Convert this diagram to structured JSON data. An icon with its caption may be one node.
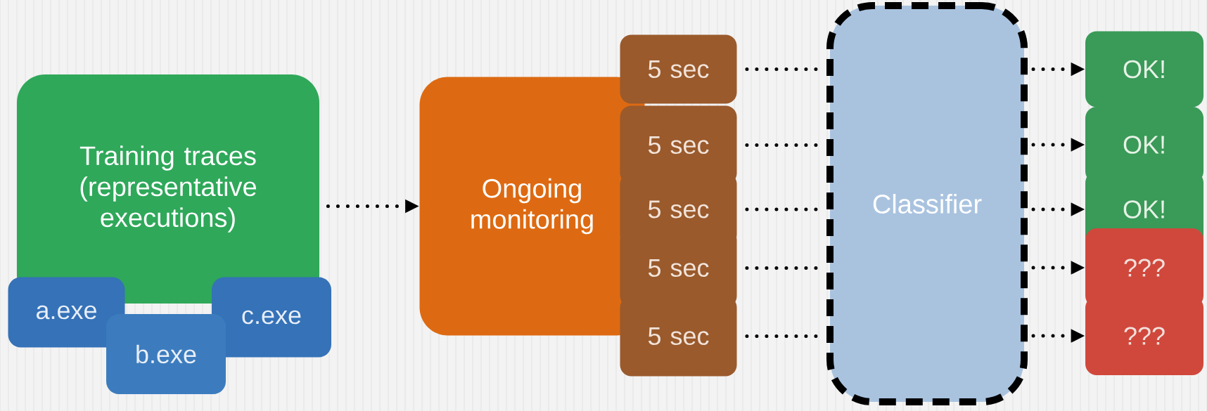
{
  "diagram": {
    "nodes": [
      {
        "text": [
          "Training traces (representative executions)"
        ]
      },
      {
        "text": [
          "a.exe"
        ]
      },
      {
        "text": [
          "b.exe"
        ]
      },
      {
        "text": [
          "c.exe"
        ]
      },
      {
        "text": [
          "Ongoing monitoring"
        ]
      },
      {
        "text": [
          "5 sec"
        ]
      },
      {
        "text": [
          "5 sec"
        ]
      },
      {
        "text": [
          "5 sec"
        ]
      },
      {
        "text": [
          "5 sec"
        ]
      },
      {
        "text": [
          "5 sec"
        ]
      },
      {
        "text": [
          "Classifier"
        ]
      },
      {
        "text": [
          "OK!"
        ]
      },
      {
        "text": [
          "OK!"
        ]
      },
      {
        "text": [
          "OK!"
        ]
      },
      {
        "text": [
          "???"
        ]
      },
      {
        "text": [
          "???"
        ]
      }
    ],
    "edges": [
      {
        "from": 0,
        "to": 4,
        "arrow": "to"
      },
      {
        "from": 5,
        "to": 10,
        "arrow": "none"
      },
      {
        "from": 6,
        "to": 10,
        "arrow": "none"
      },
      {
        "from": 7,
        "to": 10,
        "arrow": "none"
      },
      {
        "from": 8,
        "to": 10,
        "arrow": "none"
      },
      {
        "from": 9,
        "to": 10,
        "arrow": "none"
      },
      {
        "from": 10,
        "to": 11,
        "arrow": "to"
      },
      {
        "from": 10,
        "to": 12,
        "arrow": "to"
      },
      {
        "from": 10,
        "to": 13,
        "arrow": "to"
      },
      {
        "from": 10,
        "to": 14,
        "arrow": "to"
      },
      {
        "from": 10,
        "to": 15,
        "arrow": "to"
      }
    ]
  }
}
